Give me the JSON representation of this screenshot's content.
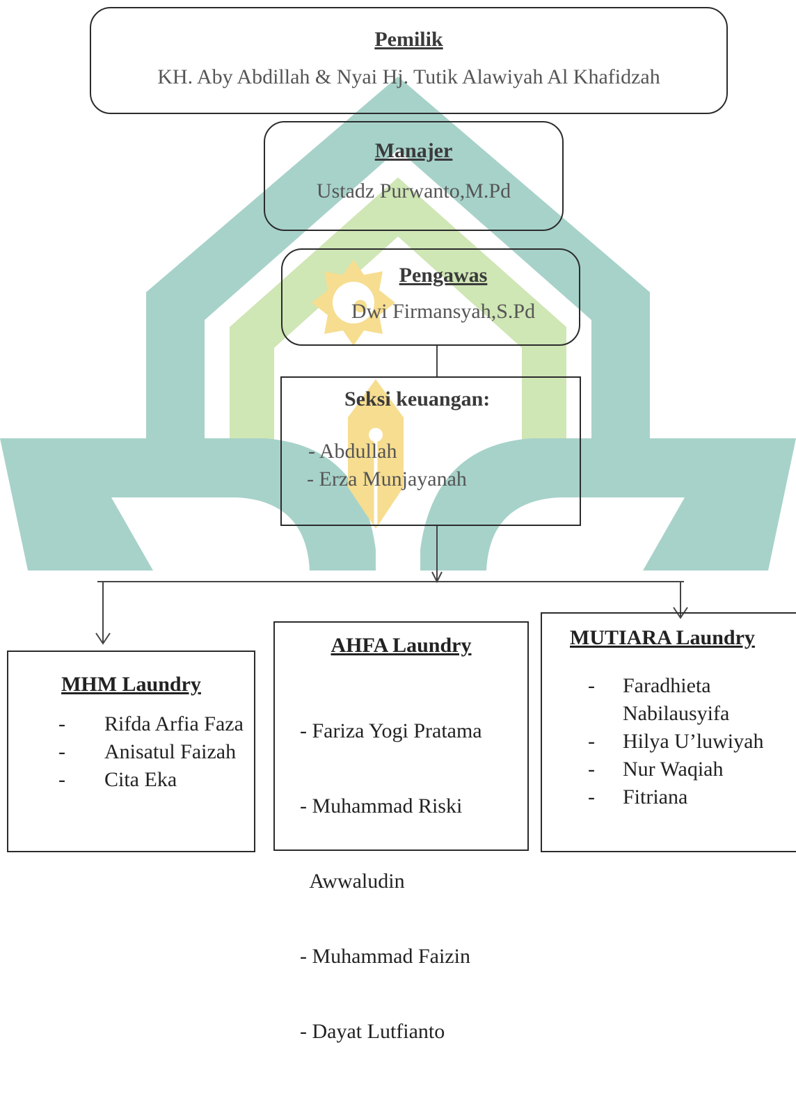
{
  "owner": {
    "title": "Pemilik",
    "name": "KH. Aby Abdillah & Nyai Hj. Tutik Alawiyah Al Khafidzah"
  },
  "manager": {
    "title": "Manajer",
    "name": "Ustadz Purwanto,M.Pd"
  },
  "supervisor": {
    "title": "Pengawas",
    "name": "Dwi Firmansyah,S.Pd"
  },
  "finance": {
    "title": "Seksi keuangan:",
    "members": [
      "-  Abdullah",
      "- Erza Munjayanah"
    ]
  },
  "units": [
    {
      "title": "MHM Laundry",
      "members": [
        "Rifda Arfia Faza",
        "Anisatul Faizah",
        "Cita Eka"
      ]
    },
    {
      "title": "AHFA Laundry",
      "members": [
        "- Fariza Yogi Pratama",
        "- Muhammad Riski",
        "  Awwaludin",
        "- Muhammad Faizin",
        "- Dayat Lutfianto"
      ]
    },
    {
      "title": "MUTIARA Laundry",
      "members": [
        "Faradhieta",
        "Nabilausyifa",
        "Hilya U’luwiyah",
        "Nur Waqiah",
        "Fitriana"
      ]
    }
  ],
  "dash": "-",
  "colors": {
    "watermark_teal": "#a7d2c9",
    "watermark_green": "#cfe6b5",
    "watermark_gold": "#f6dd90",
    "border": "#2b2b2b"
  }
}
